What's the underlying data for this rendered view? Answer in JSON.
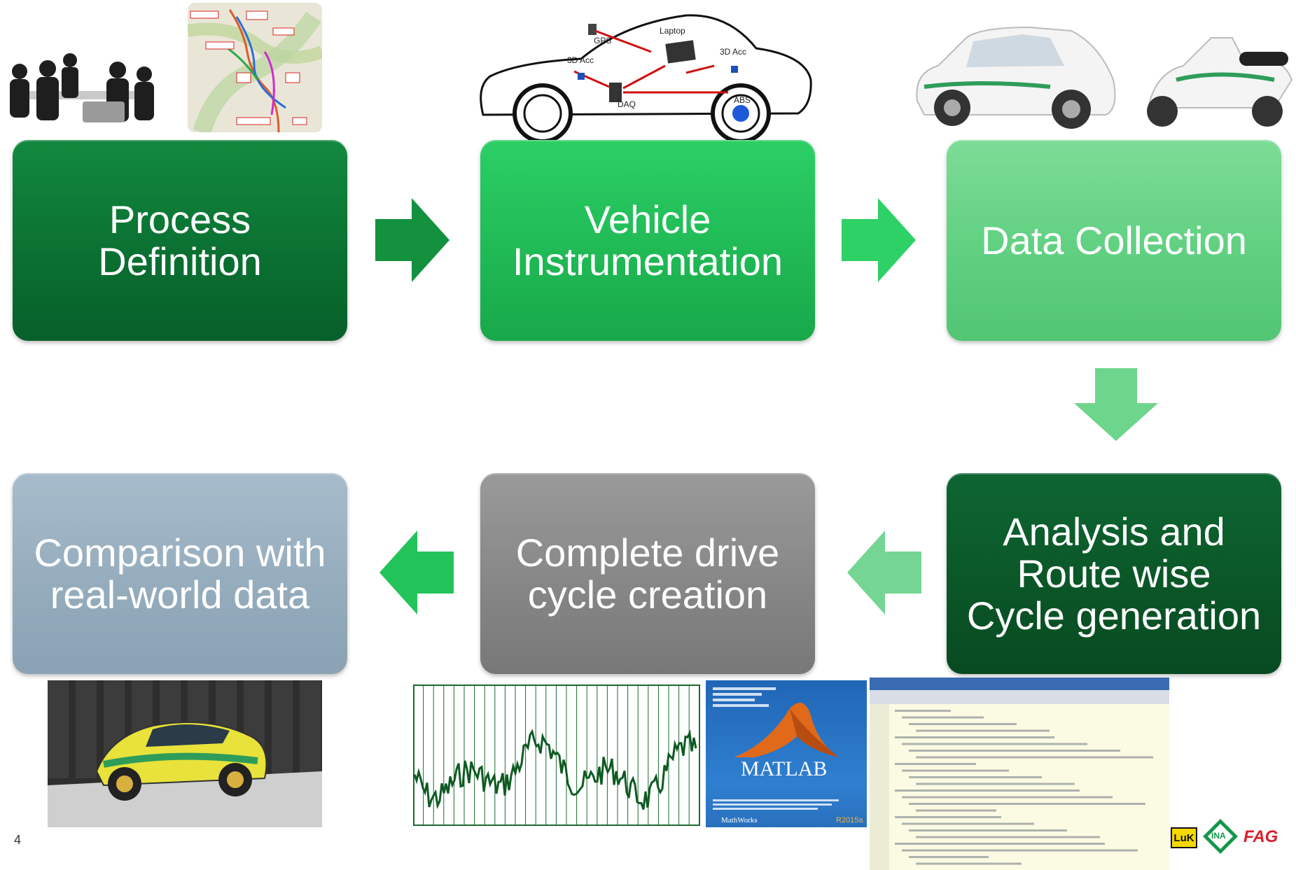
{
  "steps": {
    "process_definition": "Process\nDefinition",
    "vehicle_instrumentation": "Vehicle\nInstrumentation",
    "data_collection": "Data Collection",
    "analysis": "Analysis and\nRoute wise\nCycle generation",
    "drive_cycle": "Complete drive\ncycle creation",
    "comparison": "Comparison with\nreal-world data"
  },
  "car_diagram": {
    "gps": "GPS",
    "laptop": "Laptop",
    "acc_left": "3D Acc",
    "acc_right": "3D Acc",
    "daq": "DAQ",
    "abs": "ABS"
  },
  "matlab": {
    "name": "MATLAB",
    "version": "R2015a",
    "vendor": "MathWorks"
  },
  "page_number": "4",
  "logos": {
    "luk": "LuK",
    "ina": "INA",
    "fag": "FAG"
  },
  "colors": {
    "dark_green": "#0a7a35",
    "mid_green": "#22c15a",
    "light_green": "#5fd07f",
    "deep_green": "#0b5a2a",
    "gray": "#8a8a8a",
    "blue_gray": "#97afc0"
  }
}
